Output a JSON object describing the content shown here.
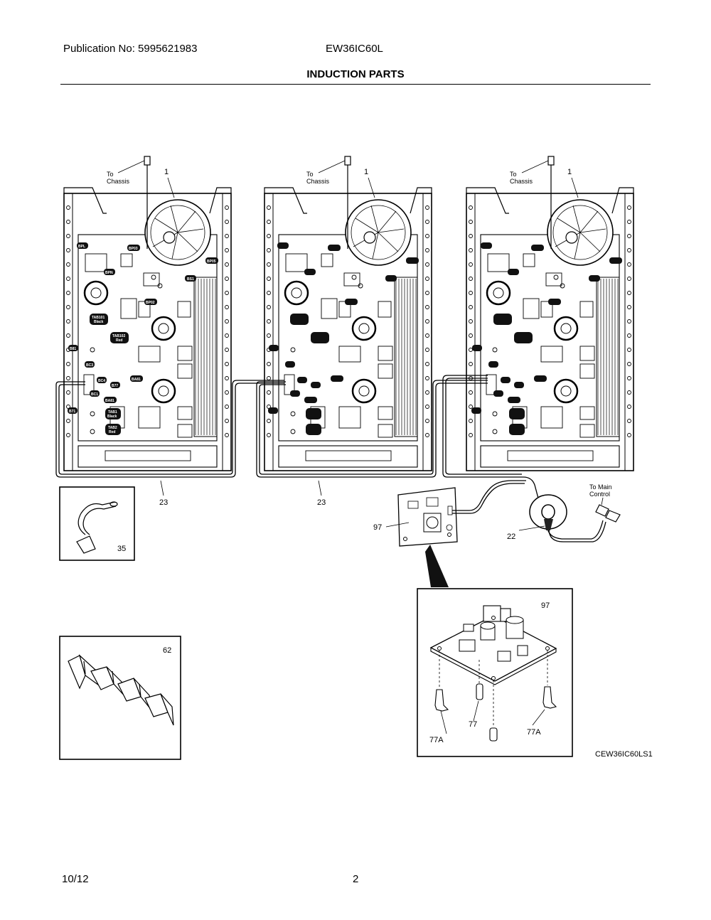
{
  "header": {
    "publication": "Publication No: 5995621983",
    "model": "EW36IC60L",
    "title": "INDUCTION PARTS"
  },
  "callouts": {
    "to_chassis_line1": "To",
    "to_chassis_line2": "Chassis",
    "fan_part": "1",
    "cable_part": "23",
    "board_part": "97",
    "harness_part": "22",
    "to_main_control_line1": "To Main",
    "to_main_control_line2": "Control",
    "clip_part": "35",
    "holder_part": "62",
    "spacer_part": "77",
    "standoff_part": "77A",
    "diagram_code": "CEW36IC60LS1"
  },
  "chips": {
    "bpl": "BPL",
    "bp03": "BP03",
    "bpn": "BPN",
    "bp05": "BP05",
    "bs1": "BS1",
    "bp02": "BP02",
    "tab101": "TAB101",
    "black": "Black",
    "tab102": "TAB102",
    "red": "Red",
    "b81": "B81",
    "bc3": "BC3",
    "bc4": "BC4",
    "ba81": "BA81",
    "b77": "B77",
    "bc1": "BC1",
    "b71": "B71",
    "tab1": "TAB1",
    "tab2": "TAB2"
  },
  "footer": {
    "date": "10/12",
    "page": "2"
  }
}
